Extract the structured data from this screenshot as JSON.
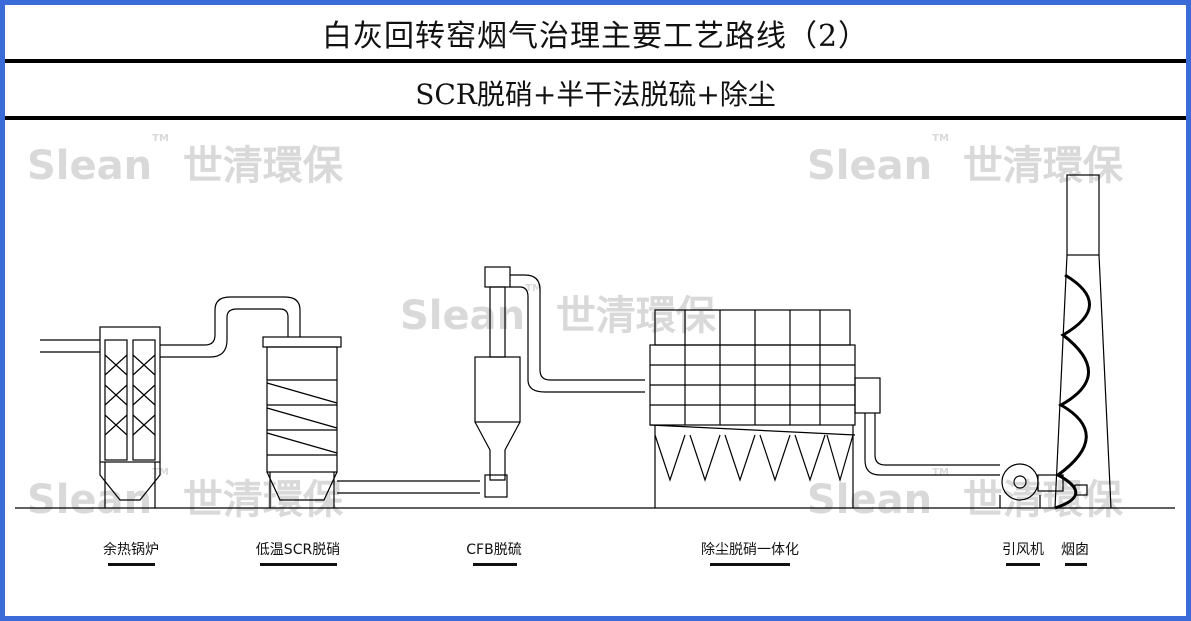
{
  "title": "白灰回转窑烟气治理主要工艺路线（2）",
  "subtitle": "SCR脱硝+半干法脱硫+除尘",
  "watermark": {
    "brand": "Slean",
    "tm": "TM",
    "cn": "世清環保"
  },
  "equipment_labels": [
    "余热锅炉",
    "低温SCR脱硝",
    "CFB脱硫",
    "除尘脱硝一体化",
    "引风机",
    "烟囱"
  ],
  "colors": {
    "border": "#3a6bd8",
    "line": "#000000",
    "watermark": "#d9d9d9"
  }
}
